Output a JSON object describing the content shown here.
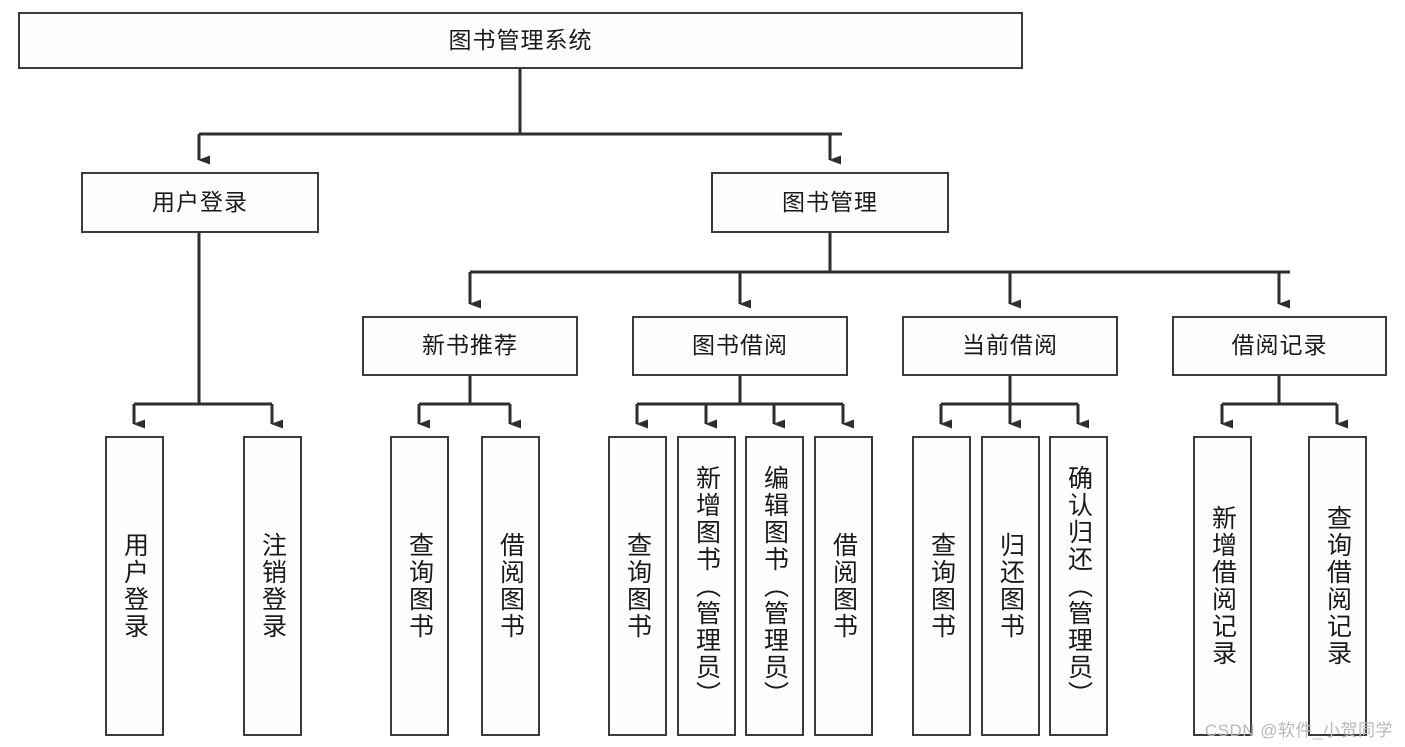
{
  "diagram": {
    "title": "图书管理系统",
    "type": "tree",
    "colors": {
      "box_border": "#3b3b3b",
      "box_fill": "#fefefe",
      "edge": "#2e2e2e",
      "text": "#1a1a1a",
      "watermark": "#b9b9b9"
    },
    "watermark": "CSDN @软件_小贺同学",
    "nodes": {
      "root": {
        "label": "图书管理系统",
        "level": 0
      },
      "l1": [
        {
          "id": "user_login",
          "label": "用户登录"
        },
        {
          "id": "book_manage",
          "label": "图书管理"
        }
      ],
      "l2": [
        {
          "id": "new_book_rec",
          "label": "新书推荐",
          "parent": "book_manage"
        },
        {
          "id": "book_borrow",
          "label": "图书借阅",
          "parent": "book_manage"
        },
        {
          "id": "current_borrow",
          "label": "当前借阅",
          "parent": "book_manage"
        },
        {
          "id": "borrow_record",
          "label": "借阅记录",
          "parent": "book_manage"
        }
      ],
      "leaves": [
        {
          "id": "leaf_user_login",
          "label": "用户登录",
          "parent": "user_login"
        },
        {
          "id": "leaf_logout",
          "label": "注销登录",
          "parent": "user_login"
        },
        {
          "id": "leaf_query_book_1",
          "label": "查询图书",
          "parent": "new_book_rec"
        },
        {
          "id": "leaf_borrow_book_1",
          "label": "借阅图书",
          "parent": "new_book_rec"
        },
        {
          "id": "leaf_query_book_2",
          "label": "查询图书",
          "parent": "book_borrow"
        },
        {
          "id": "leaf_add_book",
          "label": "新增图书（管理员）",
          "parent": "book_borrow"
        },
        {
          "id": "leaf_edit_book",
          "label": "编辑图书（管理员）",
          "parent": "book_borrow"
        },
        {
          "id": "leaf_borrow_book_2",
          "label": "借阅图书",
          "parent": "book_borrow"
        },
        {
          "id": "leaf_query_book_3",
          "label": "查询图书",
          "parent": "current_borrow"
        },
        {
          "id": "leaf_return_book",
          "label": "归还图书",
          "parent": "current_borrow"
        },
        {
          "id": "leaf_confirm_return",
          "label": "确认归还（管理员）",
          "parent": "current_borrow"
        },
        {
          "id": "leaf_add_record",
          "label": "新增借阅记录",
          "parent": "borrow_record"
        },
        {
          "id": "leaf_query_record",
          "label": "查询借阅记录",
          "parent": "borrow_record"
        }
      ]
    }
  }
}
